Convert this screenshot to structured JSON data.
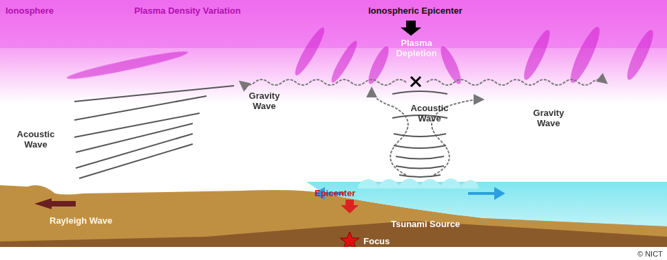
{
  "diagram": {
    "labels": [
      "Ionosphere",
      "Plasma Density Variation",
      "Ionospheric Epicenter",
      "Plasma Depletion",
      "Gravity Wave",
      "Acoustic Wave",
      "Gravity Wave",
      "Acoustic Wave",
      "Epicenter",
      "Rayleigh Wave",
      "Tsunami Source",
      "Focus",
      "© NICT"
    ]
  }
}
